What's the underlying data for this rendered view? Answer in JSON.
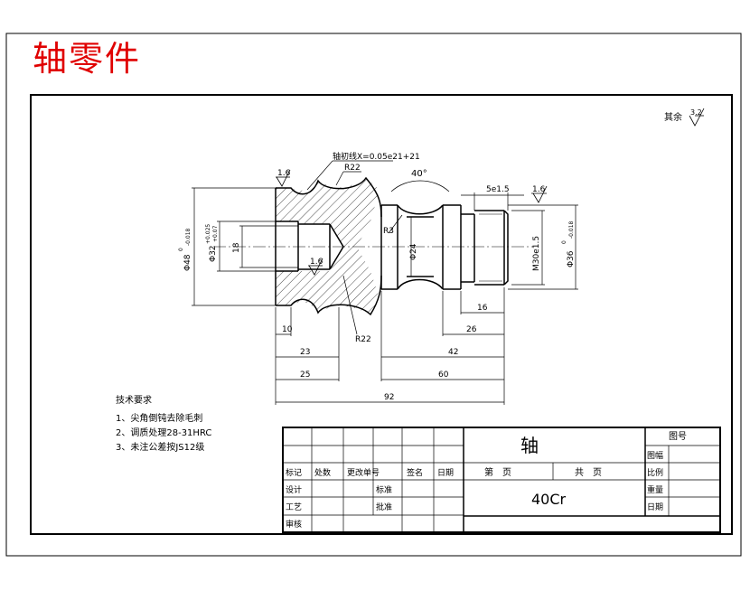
{
  "title": "轴零件",
  "roughness_other": {
    "prefix": "其余",
    "value": "3.2"
  },
  "roughness": [
    "1.6",
    "1.6",
    "1.6"
  ],
  "annotations": {
    "axial_note": "轴初线X=0.05e21+21",
    "r22_top": "R22",
    "r22_bottom": "R22",
    "r3": "R3",
    "angle": "40°",
    "chamfer": "5e1.5",
    "thread": "M30e1.5"
  },
  "dimensions": {
    "d48": "Φ48",
    "d48_tol_upper": "0",
    "d48_tol_lower": "-0.018",
    "d32": "Φ32",
    "d32_tol_upper": "+0.025",
    "d32_tol_lower": "+0.07",
    "d18": "18",
    "d24": "Φ24",
    "d36": "Φ36",
    "d36_tol_upper": "0",
    "d36_tol_lower": "-0.018",
    "l10": "10",
    "l23": "23",
    "l25": "25",
    "l92": "92",
    "l16": "16",
    "l26": "26",
    "l42": "42",
    "l60": "60"
  },
  "tech_requirements": {
    "heading": "技术要求",
    "items": [
      "1、尖角倒钝去除毛刺",
      "2、调质处理28-31HRC",
      "3、未注公差按JS12级"
    ]
  },
  "title_block": {
    "part_name": "轴",
    "material": "40Cr",
    "drawing_no_label": "图号",
    "sheet": "第　页",
    "total": "共　页",
    "row_labels": [
      "标记",
      "处数",
      "更改单号",
      "签名",
      "日期"
    ],
    "left_labels": [
      "设计",
      "工艺",
      "审核"
    ],
    "mid_labels": [
      "标准",
      "批准"
    ],
    "right_labels": [
      "图幅",
      "比例",
      "重量",
      "日期"
    ]
  },
  "colors": {
    "title": "#e00000",
    "line": "#000000"
  }
}
